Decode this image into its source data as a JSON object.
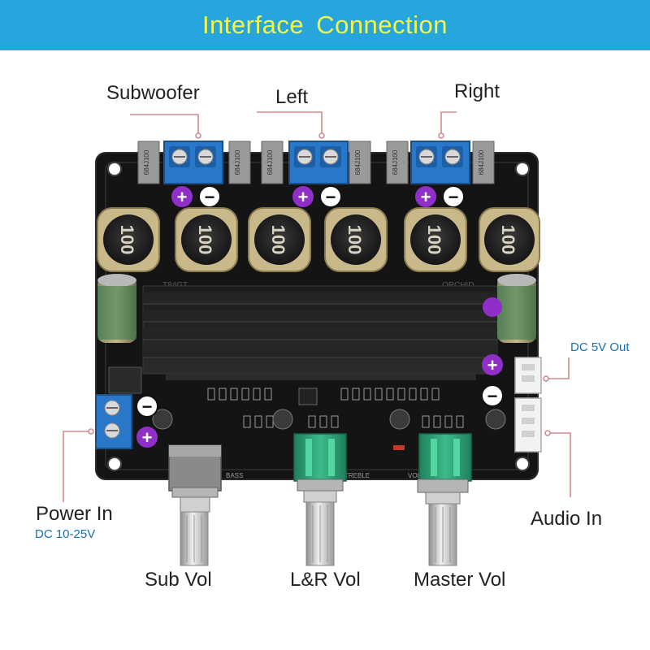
{
  "header": {
    "title": "Interface  Connection"
  },
  "labels": {
    "subwoofer": "Subwoofer",
    "left": "Left",
    "right": "Right",
    "power_in": "Power In",
    "power_spec": "DC 10-25V",
    "dc_out": "DC 5V Out",
    "audio_in": "Audio In",
    "sub_vol": "Sub Vol",
    "lr_vol": "L&R Vol",
    "master_vol": "Master Vol"
  },
  "markings": {
    "inductor_value": "100",
    "plus": "+",
    "minus": "−",
    "cap_code": "684J100",
    "bass": "BASS",
    "treble": "TREBLE",
    "vol": "VOL",
    "silk_left": "T84GT",
    "silk_right": "ORCHID"
  },
  "colors": {
    "banner": "#27a6de",
    "title": "#f4f54a",
    "pcb": "#141414",
    "terminal": "#2877c9",
    "plus_marker": "#8f2fc7",
    "pot_body": "#2fa37a",
    "leader": "#d48a8f"
  }
}
